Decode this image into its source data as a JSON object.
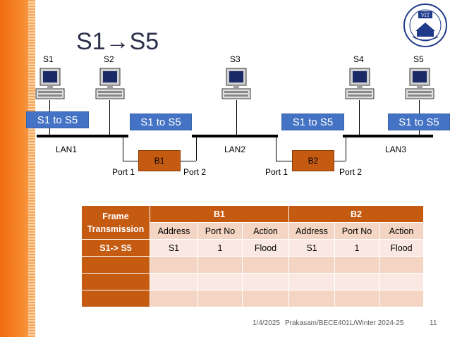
{
  "slide": {
    "title": "S1→S5",
    "footer": {
      "date": "1/4/2025",
      "course": "Prakasam/BECE401L/Winter 2024-25",
      "page": "11"
    }
  },
  "network": {
    "stations": [
      "S1",
      "S2",
      "S3",
      "S4",
      "S5"
    ],
    "frame_labels": [
      "S1 to S5",
      "S1 to S5",
      "S1 to S5",
      "S1 to S5"
    ],
    "lans": [
      "LAN1",
      "LAN2",
      "LAN3"
    ],
    "bridges": [
      "B1",
      "B2"
    ],
    "ports": {
      "b1_left": "Port 1",
      "b1_right": "Port 2",
      "b2_left": "Port 1",
      "b2_right": "Port 2"
    }
  },
  "table": {
    "corner": "Frame Transmission",
    "groups": [
      "B1",
      "B2"
    ],
    "subheaders": [
      "Address",
      "Port No",
      "Action",
      "Address",
      "Port No",
      "Action"
    ],
    "rows": [
      {
        "label": "S1-> S5",
        "cells": [
          "S1",
          "1",
          "Flood",
          "S1",
          "1",
          "Flood"
        ]
      },
      {
        "label": "",
        "cells": [
          "",
          "",
          "",
          "",
          "",
          ""
        ]
      },
      {
        "label": "",
        "cells": [
          "",
          "",
          "",
          "",
          "",
          ""
        ]
      },
      {
        "label": "",
        "cells": [
          "",
          "",
          "",
          "",
          "",
          ""
        ]
      }
    ]
  },
  "colors": {
    "accent_orange": "#c55a11",
    "frame_blue": "#4472c4",
    "band_orange": "#f26b0f"
  },
  "icons": {
    "computer": "desktop-computer-icon",
    "logo": "university-seal-logo"
  }
}
